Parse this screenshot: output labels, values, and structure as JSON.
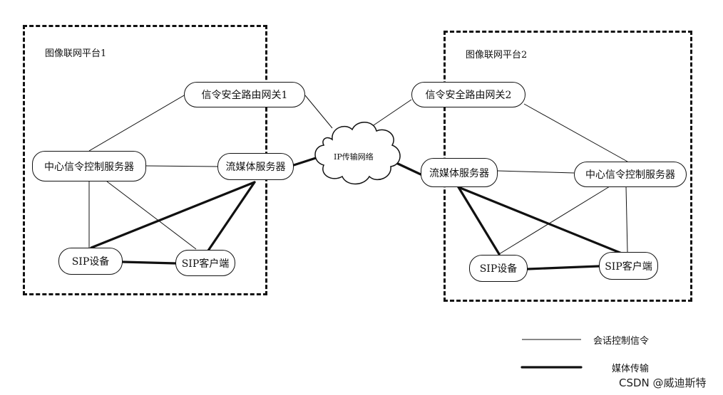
{
  "platforms": [
    {
      "label": "图像联网平台1"
    },
    {
      "label": "图像联网平台2"
    }
  ],
  "nodes": {
    "gateway1": "信令安全路由网关1",
    "gateway2": "信令安全路由网关2",
    "central1": "中心信令控制服务器",
    "central2": "中心信令控制服务器",
    "media1": "流媒体服务器",
    "media2": "流媒体服务器",
    "sip_device1": "SIP设备",
    "sip_client1": "SIP客户端",
    "sip_device2": "SIP设备",
    "sip_client2": "SIP客户端"
  },
  "network": {
    "label": "IP传输网络"
  },
  "legend": {
    "signaling": "会话控制信令",
    "media": "媒体传输"
  },
  "watermark": "CSDN @威迪斯特"
}
